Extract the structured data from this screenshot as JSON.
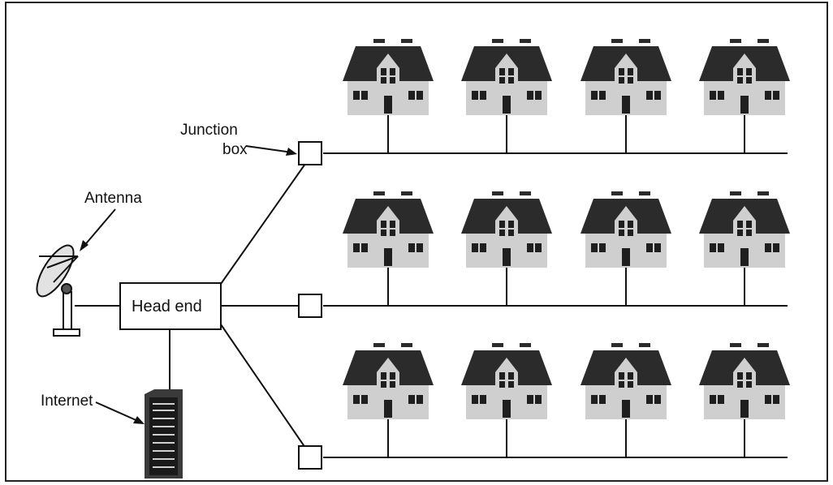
{
  "labels": {
    "junction_line1": "Junction",
    "junction_line2": "box",
    "antenna": "Antenna",
    "head_end": "Head end",
    "internet": "Internet"
  },
  "colors": {
    "roof": "#2b2b2b",
    "wall": "#cfcfcf",
    "window": "#1f1f1f",
    "line": "#111111",
    "frame": "#222222"
  },
  "icons": [
    "satellite-dish-icon",
    "server-rack-icon",
    "house-icon"
  ],
  "houses_per_street": 4,
  "streets": 3
}
